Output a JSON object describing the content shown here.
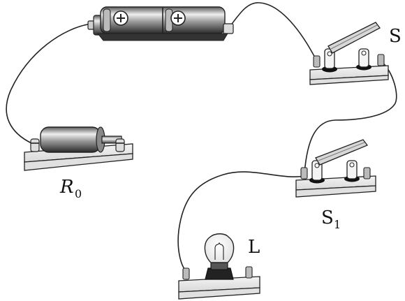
{
  "labels": {
    "switch_main": "S",
    "switch_branch_main": "S",
    "switch_branch_sub": "1",
    "resistor_main": "R",
    "resistor_sub": "0",
    "lamp": "L"
  },
  "battery": {
    "terminal_symbols": [
      "+",
      "+"
    ]
  },
  "colors": {
    "ink": "#222222",
    "paper": "#ffffff"
  }
}
